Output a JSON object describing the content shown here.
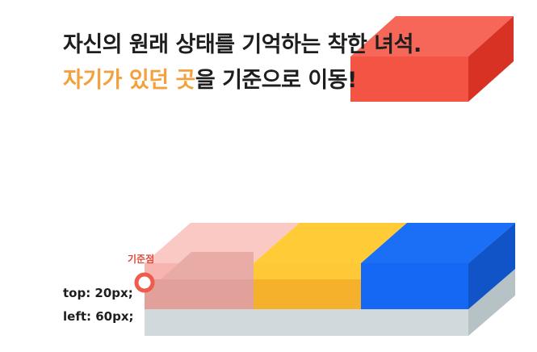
{
  "headline": {
    "line1": "자신의 원래 상태를 기억하는 착한 녀석.",
    "line2_highlight": "자기가 있던 곳",
    "line2_rest": "을 기준으로 이동!"
  },
  "labels": {
    "anchor": "기준점",
    "top_offset": "top: 20px;",
    "left_offset": "left: 60px;"
  },
  "colors": {
    "highlight_text": "#f4a03c",
    "anchor_text": "#e04c3c",
    "anchor_ring": "#ef5b4c",
    "red_box": "#f45444",
    "red_box_shadow": "#d83224",
    "pink_ghost_box": "#f8b4ae",
    "pink_moved_box": "#e2a09a",
    "yellow_box": "#fec836",
    "yellow_box_shadow": "#f6b12c",
    "blue_box": "#1468f4",
    "blue_box_shadow": "#1054c8",
    "gray_base": "#d1d9dd",
    "gray_base_shadow": "#b7c2c7"
  }
}
